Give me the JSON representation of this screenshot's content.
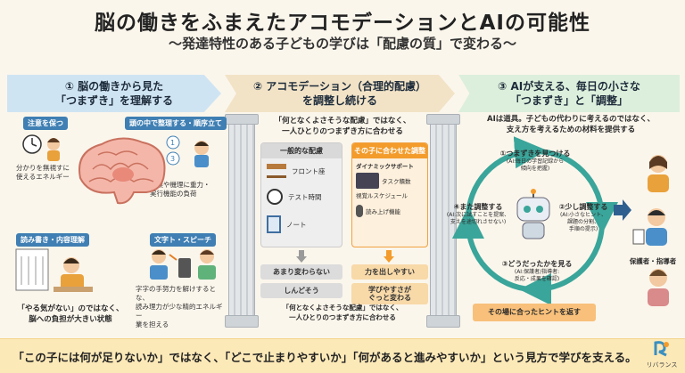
{
  "title": "脳の働きをふまえたアコモデーションとAIの可能性",
  "subtitle": "〜発達特性のある子どもの学びは「配慮の質」で変わる〜",
  "section1": {
    "banner_line1": "① 脳の働きから見た",
    "banner_line2": "「つまずき」を理解する",
    "attention_tag": "注意を保つ",
    "attention_desc_line1": "分かりを無視すに",
    "attention_desc_line2": "使えるエネルギー",
    "organize_tag": "頭の中で整理する・順序立て",
    "organize_desc_line1": "仕業や機理に重力・",
    "organize_desc_line2": "実行機能の負荷",
    "reading_tag": "読み書き・内容理解",
    "writing_tag": "文字ト・スピーチ",
    "writing_desc_line1": "字字の手努力を解けするとな、",
    "writing_desc_line2": "読み理力が少な精的エネルギー",
    "writing_desc_line3": "業を担える",
    "bottom_line1": "「やる気がない」のではなく、",
    "bottom_line2": "脳への負担が大きい状態"
  },
  "section2": {
    "banner_line1": "② アコモデーション（合理的配慮）",
    "banner_line2": "を調整し続ける",
    "top_line1": "「何となくよさそうな配慮」ではなく、",
    "top_line2": "一人ひとりのつまずき方に合わせる",
    "general_header": "一般的な配慮",
    "general_items": [
      "フロント座",
      "テスト時間",
      "ノート"
    ],
    "fit_header": "その子に合わせた調整",
    "fit_items": [
      "ダイナミックサポート",
      "タスク積数",
      "視覚ルスケジュール",
      "読み上げ機能"
    ],
    "result_general_1": "あまり変わらない",
    "result_general_2": "しんどそう",
    "result_fit_1": "力を出しやすい",
    "result_fit_2a": "学びやすさが",
    "result_fit_2b": "ぐっと変わる",
    "bottom_line1": "「何となくよさそうな配慮」ではなく、",
    "bottom_line2": "一人ひとりのつまずき方に合わせる"
  },
  "section3": {
    "banner_line1": "③ AIが支える、毎日の小さな",
    "banner_line2": "「つまずき」と「調整」",
    "top_line1": "AIは道具。子どもの代わりに考えるのではなく、",
    "top_line2": "支え方を考えるための材料を提供する",
    "node1_title": "①つまずきを見つける",
    "node1_sub1": "(AI:毎日の学習記録から",
    "node1_sub2": "傾向を把握)",
    "node2_title": "②少し調整する",
    "node2_sub1": "(AI:小さなヒント、",
    "node2_sub2": "課題の分割、",
    "node2_sub3": "手順の提示)",
    "node3_title": "③どうだったかを見る",
    "node3_sub1": "(AI:保護者/指導者:",
    "node3_sub2": "反応・成果を確認)",
    "node4_title": "④また調整する",
    "node4_sub1": "(AI:次に試すことを提案、",
    "node4_sub2": "支えを途切れさせない)",
    "guardian_label": "保護者・指導者",
    "hint_label": "その場に合ったヒントを返す"
  },
  "footer": "「この子には何が足りないか」ではなく、「どこで止まりやすいか」「何があると進みやすいか」という見方で学びを支える。",
  "logo_text": "リバランス",
  "colors": {
    "blue_banner": "#cfe4f3",
    "tan_banner": "#f2e3c7",
    "green_banner": "#dcefdc",
    "orange_accent": "#f39c2b",
    "cycle_teal": "#3aa59a",
    "footer_bg": "#fce9b8"
  }
}
